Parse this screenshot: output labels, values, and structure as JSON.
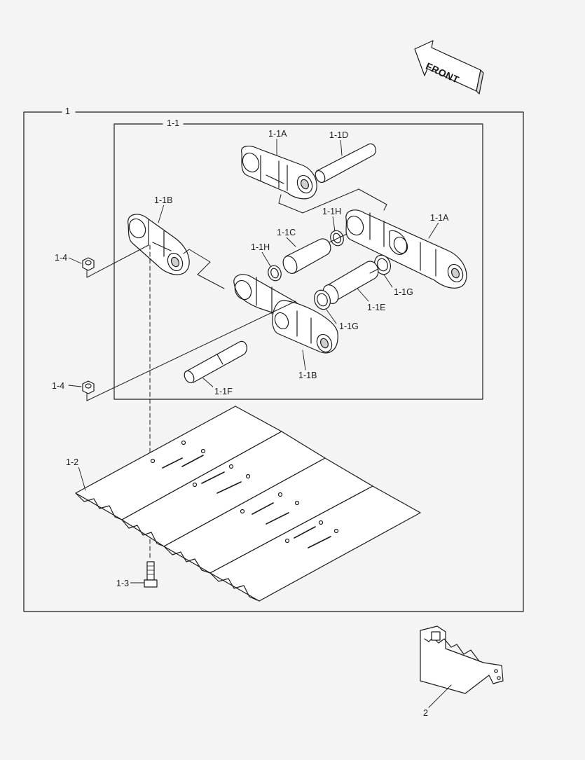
{
  "labels": {
    "front": "FRONT",
    "assy": "1",
    "link_assy": "1-1",
    "link_a_top": "1-1A",
    "pin_d": "1-1D",
    "link_b_left": "1-1B",
    "seal_h_upper": "1-1H",
    "link_a_right": "1-1A",
    "bushing_c": "1-1C",
    "seal_h_left": "1-1H",
    "nut_upper": "1-4",
    "seal_g_right": "1-1G",
    "bushing_e": "1-1E",
    "seal_g_mid": "1-1G",
    "link_b_bottom": "1-1B",
    "pin_f": "1-1F",
    "nut_lower": "1-4",
    "shoe": "1-2",
    "bolt": "1-3",
    "guard": "2"
  }
}
